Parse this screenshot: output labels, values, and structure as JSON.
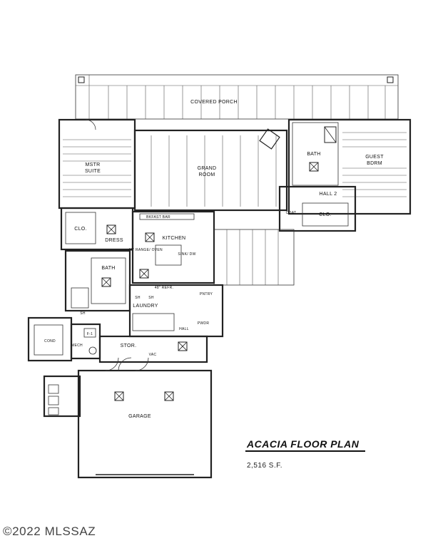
{
  "plan": {
    "title": "ACACIA FLOOR PLAN",
    "area": "2,516 S.F.",
    "watermark": "©2022 MLSSAZ"
  },
  "rooms": {
    "covered_porch": "COVERED PORCH",
    "mstr_suite_line1": "MSTR",
    "mstr_suite_line2": "SUITE",
    "grand_room_line1": "GRAND",
    "grand_room_line2": "ROOM",
    "guest_bdrm_line1": "GUEST",
    "guest_bdrm_line2": "BDRM",
    "bath_guest": "BATH",
    "hall_2": "HALL 2",
    "clo_guest": "CLO.",
    "coat": "COAT",
    "clo_master": "CLO.",
    "dress": "DRESS",
    "bkfast_bar": "BKFAST BAR",
    "kitchen": "KITCHEN",
    "range_oven": "48\" RANGE/ OVEN",
    "sink_dw": "SINK/ DW",
    "bath_master": "BATH",
    "refr": "48\" REFR.",
    "laundry": "LAUNDRY",
    "pntry": "PNTRY",
    "pwdr": "PWDR",
    "hall": "HALL",
    "stor": "STOR.",
    "vac": "VAC",
    "mech": "MECH",
    "cond": "COND",
    "garage": "GARAGE",
    "sh1": "SH",
    "sh2": "SH",
    "sh3": "SH",
    "f1": "F-1"
  }
}
